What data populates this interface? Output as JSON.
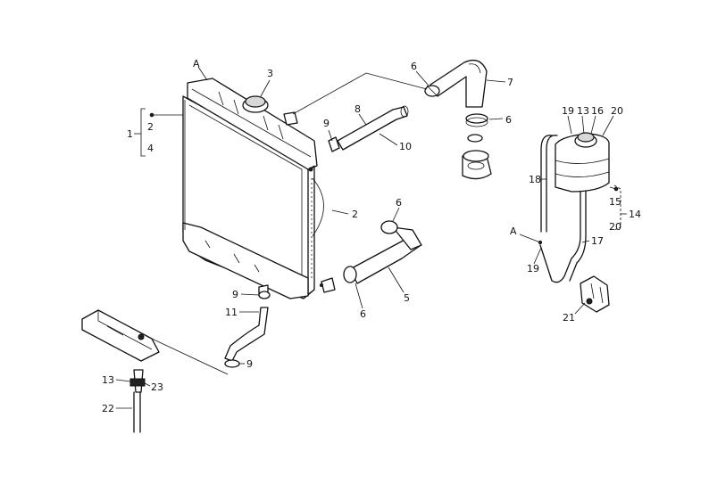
{
  "labels": {
    "a_top": "A",
    "n3": "3",
    "n6_top": "6",
    "n7": "7",
    "n6_upper_right": "6",
    "n8": "8",
    "n9_upper": "9",
    "n10": "10",
    "n1": "1",
    "n2_left": "2",
    "n4": "4",
    "n2_right": "2",
    "n6_mid": "6",
    "n5": "5",
    "n6_low": "6",
    "n9_mid": "9",
    "n11": "11",
    "n9_low": "9",
    "n13_left": "13",
    "n23": "23",
    "n22": "22",
    "n19_top": "19",
    "n13_top": "13",
    "n16": "16",
    "n20_top": "20",
    "n18": "18",
    "n15": "15",
    "n14": "14",
    "n20_right": "20",
    "a_right": "A",
    "n17": "17",
    "n19_low": "19",
    "n21": "21"
  }
}
